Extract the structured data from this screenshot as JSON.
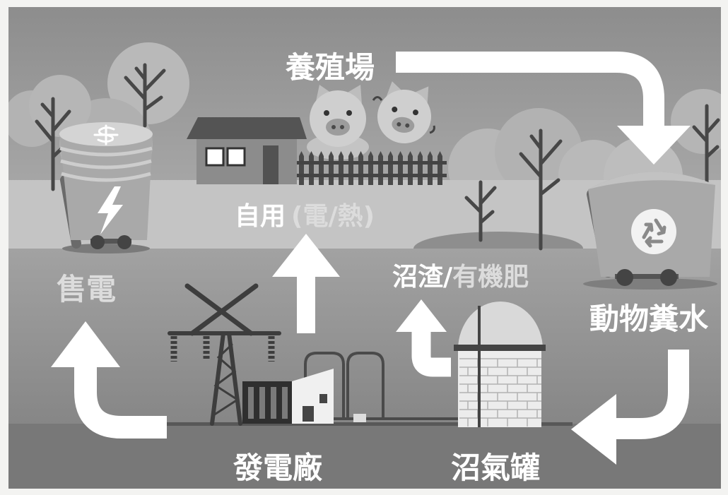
{
  "labels": {
    "farm": "養殖場",
    "self_use": {
      "main": "自用",
      "sub": "(電/熱)"
    },
    "sell_power": "售電",
    "digestate": {
      "main": "沼渣/",
      "sub": "有機肥"
    },
    "manure": "動物糞水",
    "power_plant": "發電廠",
    "biogas_tank": "沼氣罐"
  },
  "icons": {
    "coin": "dollar-icon",
    "power": "lightning-icon",
    "recycle": "recycle-icon",
    "animals": "pig-icon",
    "building": "house-icon",
    "tower": "pylon-icon",
    "trees": "tree-icon"
  },
  "colors": {
    "arrow": "#ffffff",
    "label_primary": "#ffffff",
    "label_secondary": "#dcdcdc",
    "background": "#8f8f8f"
  }
}
